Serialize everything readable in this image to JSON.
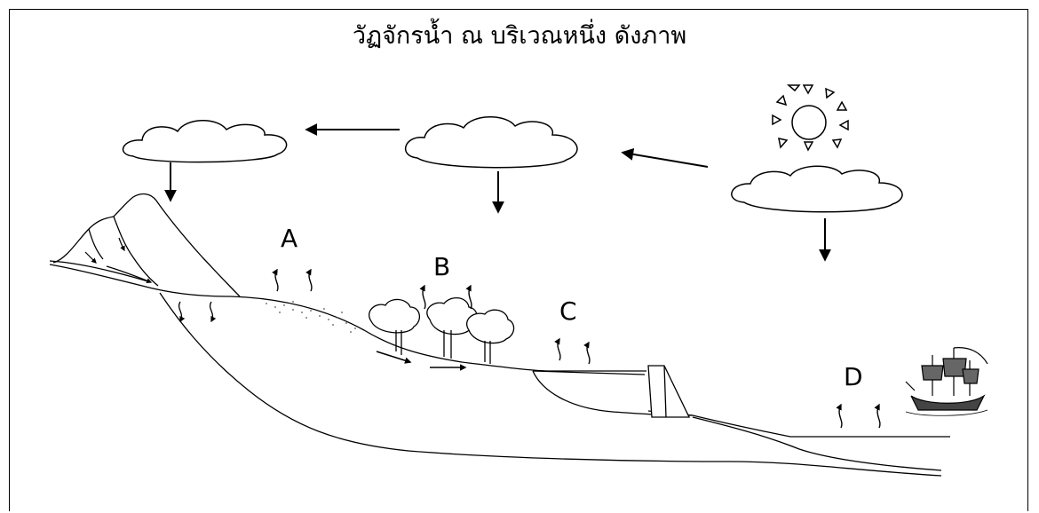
{
  "diagram": {
    "title": "วัฏจักรน้ำ ณ บริเวณหนึ่ง ดังภาพ",
    "labels": {
      "a": "A",
      "b": "B",
      "c": "C",
      "d": "D"
    },
    "icons": [
      "sun-icon",
      "cloud-icon",
      "mountain-icon",
      "tree-icon",
      "dam-icon",
      "ship-icon",
      "arrow-icon"
    ]
  }
}
